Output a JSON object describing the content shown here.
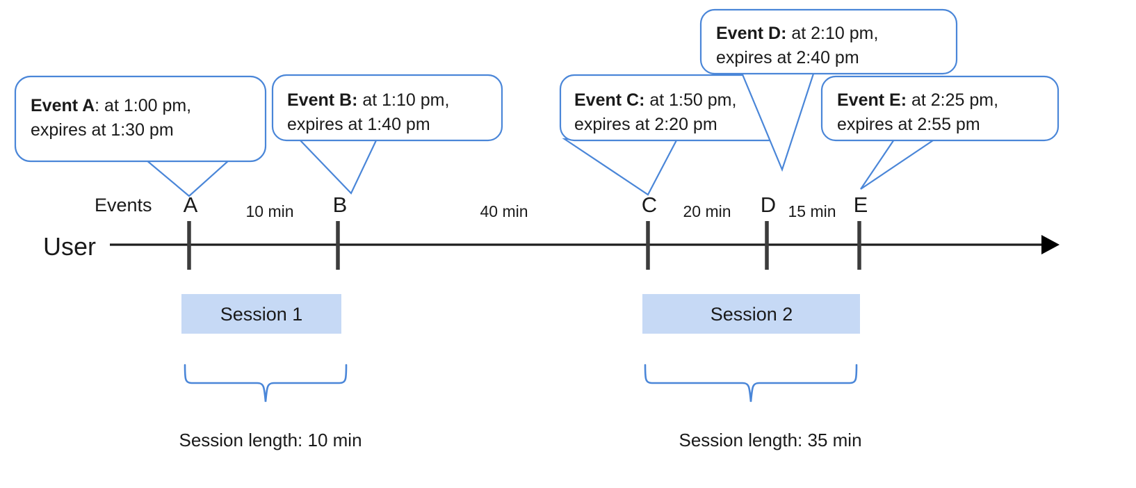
{
  "diagram": {
    "title_axis_label": "User",
    "events_row_label": "Events",
    "callouts": [
      {
        "id": "A",
        "head": "Event A",
        "sep": ": ",
        "line1_rest": "at 1:00 pm,",
        "line2": "expires at 1:30 pm",
        "bold_includes_colon": false
      },
      {
        "id": "B",
        "head": "Event B:",
        "sep": " ",
        "line1_rest": "at 1:10 pm,",
        "line2": "expires at 1:40 pm",
        "bold_includes_colon": true
      },
      {
        "id": "C",
        "head": "Event C:",
        "sep": " ",
        "line1_rest": "at 1:50 pm,",
        "line2": "expires at 2:20 pm",
        "bold_includes_colon": true
      },
      {
        "id": "D",
        "head": "Event D:",
        "sep": " ",
        "line1_rest": "at 2:10 pm,",
        "line2": "expires at 2:40 pm",
        "bold_includes_colon": true
      },
      {
        "id": "E",
        "head": "Event E:",
        "sep": " ",
        "line1_rest": "at 2:25 pm,",
        "line2": "expires at 2:55 pm",
        "bold_includes_colon": true
      }
    ],
    "markers": [
      {
        "label": "A",
        "time": "1:00 pm"
      },
      {
        "label": "B",
        "time": "1:10 pm"
      },
      {
        "label": "C",
        "time": "1:50 pm"
      },
      {
        "label": "D",
        "time": "2:10 pm"
      },
      {
        "label": "E",
        "time": "2:25 pm"
      }
    ],
    "gaps": [
      {
        "label": "10 min",
        "from": "A",
        "to": "B"
      },
      {
        "label": "40 min",
        "from": "B",
        "to": "C"
      },
      {
        "label": "20 min",
        "from": "C",
        "to": "D"
      },
      {
        "label": "15 min",
        "from": "D",
        "to": "E"
      }
    ],
    "sessions": [
      {
        "name": "Session 1",
        "length_label": "Session length: 10 min"
      },
      {
        "name": "Session 2",
        "length_label": "Session length: 35 min"
      }
    ],
    "colors": {
      "callout_stroke": "#4a86d8",
      "session_fill": "#c6d9f5",
      "axis": "#1d1d1d",
      "tick": "#3c3c3c",
      "text": "#1a1a1a"
    }
  }
}
